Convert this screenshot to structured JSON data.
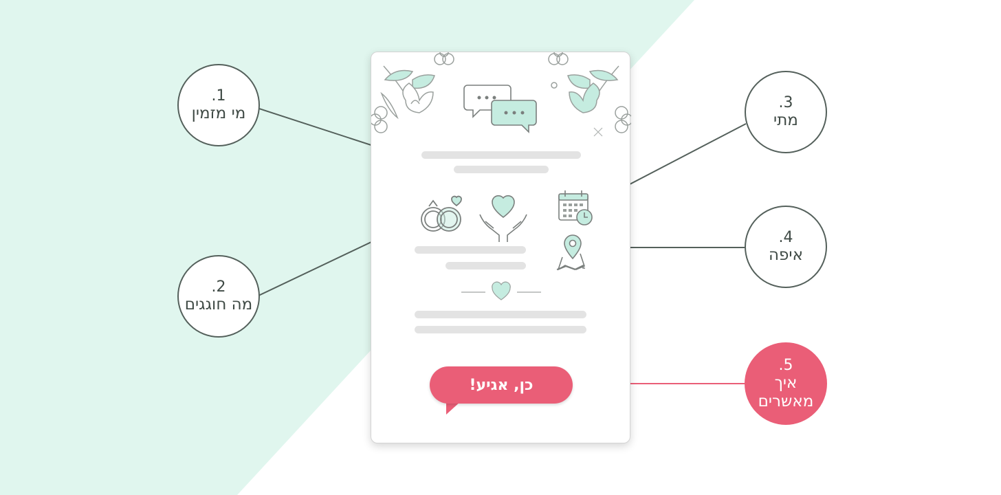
{
  "colors": {
    "mint_background": "#e0f6ee",
    "mint_accent": "#c5ece0",
    "outline_gray": "#7a7f7d",
    "placeholder_line": "#e3e3e3",
    "bubble_stroke": "#54605b",
    "pink_accent": "#ea5e77"
  },
  "invitation_card": {
    "cta_button_label": "כן, אגיע!",
    "icons": [
      "chat-bubbles-icon",
      "wedding-rings-icon",
      "heart-hands-icon",
      "calendar-clock-icon",
      "map-pin-icon",
      "heart-divider-icon",
      "floral-decoration-icon"
    ]
  },
  "callouts": [
    {
      "number": ".1",
      "label": "מי מזמין",
      "style": "outline"
    },
    {
      "number": ".2",
      "label": "מה חוגגים",
      "style": "outline"
    },
    {
      "number": ".3",
      "label": "מתי",
      "style": "outline"
    },
    {
      "number": ".4",
      "label": "איפה",
      "style": "outline"
    },
    {
      "number": ".5",
      "label": "איך מאשרים",
      "style": "filled"
    }
  ]
}
